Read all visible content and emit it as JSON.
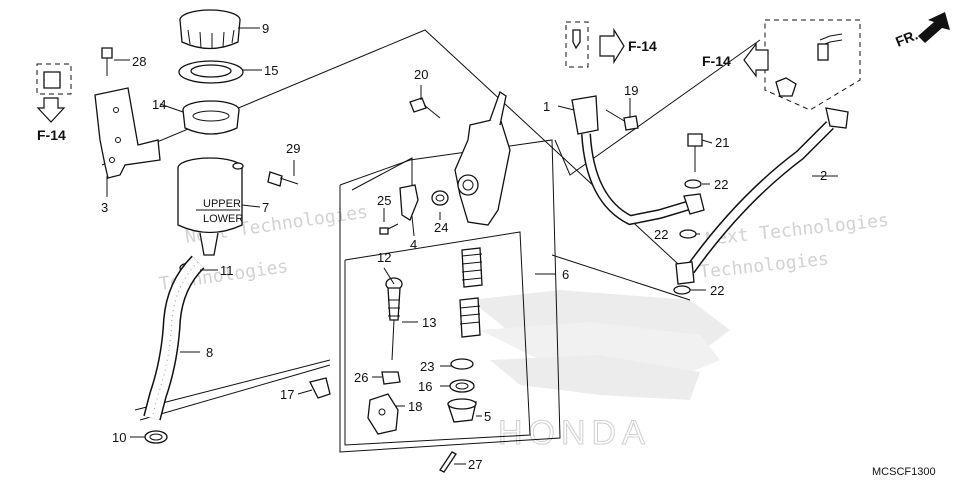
{
  "diagram": {
    "code": "MCSCF1300",
    "direction_label": "FR.",
    "ref_labels": [
      "F-14",
      "F-14",
      "F-14"
    ],
    "watermarks": [
      "Next Technologies",
      "Technologies",
      "Next Technologies",
      "Technologies"
    ],
    "brand_watermark": "HONDA",
    "callouts": {
      "c1": "1",
      "c2": "2",
      "c3": "3",
      "c4": "4",
      "c5": "5",
      "c6": "6",
      "c7": "7",
      "c8": "8",
      "c9": "9",
      "c10": "10",
      "c11": "11",
      "c12": "12",
      "c13": "13",
      "c14": "14",
      "c15": "15",
      "c16": "16",
      "c17": "17",
      "c18": "18",
      "c19": "19",
      "c20": "20",
      "c21": "21",
      "c22a": "22",
      "c22b": "22",
      "c22c": "22",
      "c23": "23",
      "c24": "24",
      "c25": "25",
      "c26": "26",
      "c27": "27",
      "c28": "28",
      "c29": "29"
    },
    "reservoir_text": {
      "upper": "UPPER",
      "lower": "LOWER"
    }
  }
}
